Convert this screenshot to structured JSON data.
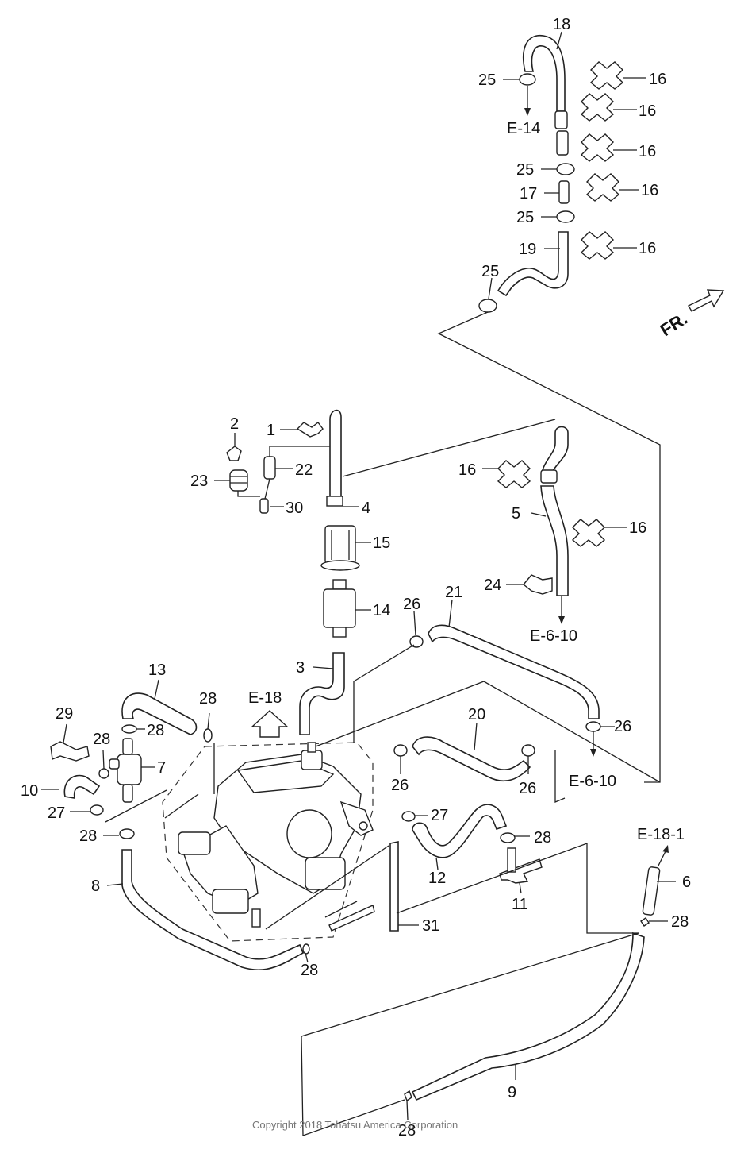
{
  "labels": {
    "p1": "1",
    "p2": "2",
    "p3": "3",
    "p4": "4",
    "p5": "5",
    "p6": "6",
    "p7": "7",
    "p8": "8",
    "p9": "9",
    "p10": "10",
    "p11": "11",
    "p12": "12",
    "p13": "13",
    "p14": "14",
    "p15": "15",
    "p16": "16",
    "p17": "17",
    "p18": "18",
    "p19": "19",
    "p20": "20",
    "p21": "21",
    "p22": "22",
    "p23": "23",
    "p24": "24",
    "p25": "25",
    "p26": "26",
    "p27": "27",
    "p28": "28",
    "p29": "29",
    "p30": "30",
    "p31": "31"
  },
  "refs": {
    "e14": "E-14",
    "e18": "E-18",
    "e6_10": "E-6-10",
    "e18_1": "E-18-1"
  },
  "direction": "FR.",
  "copyright": "Copyright 2018 Tohatsu America Corporation"
}
